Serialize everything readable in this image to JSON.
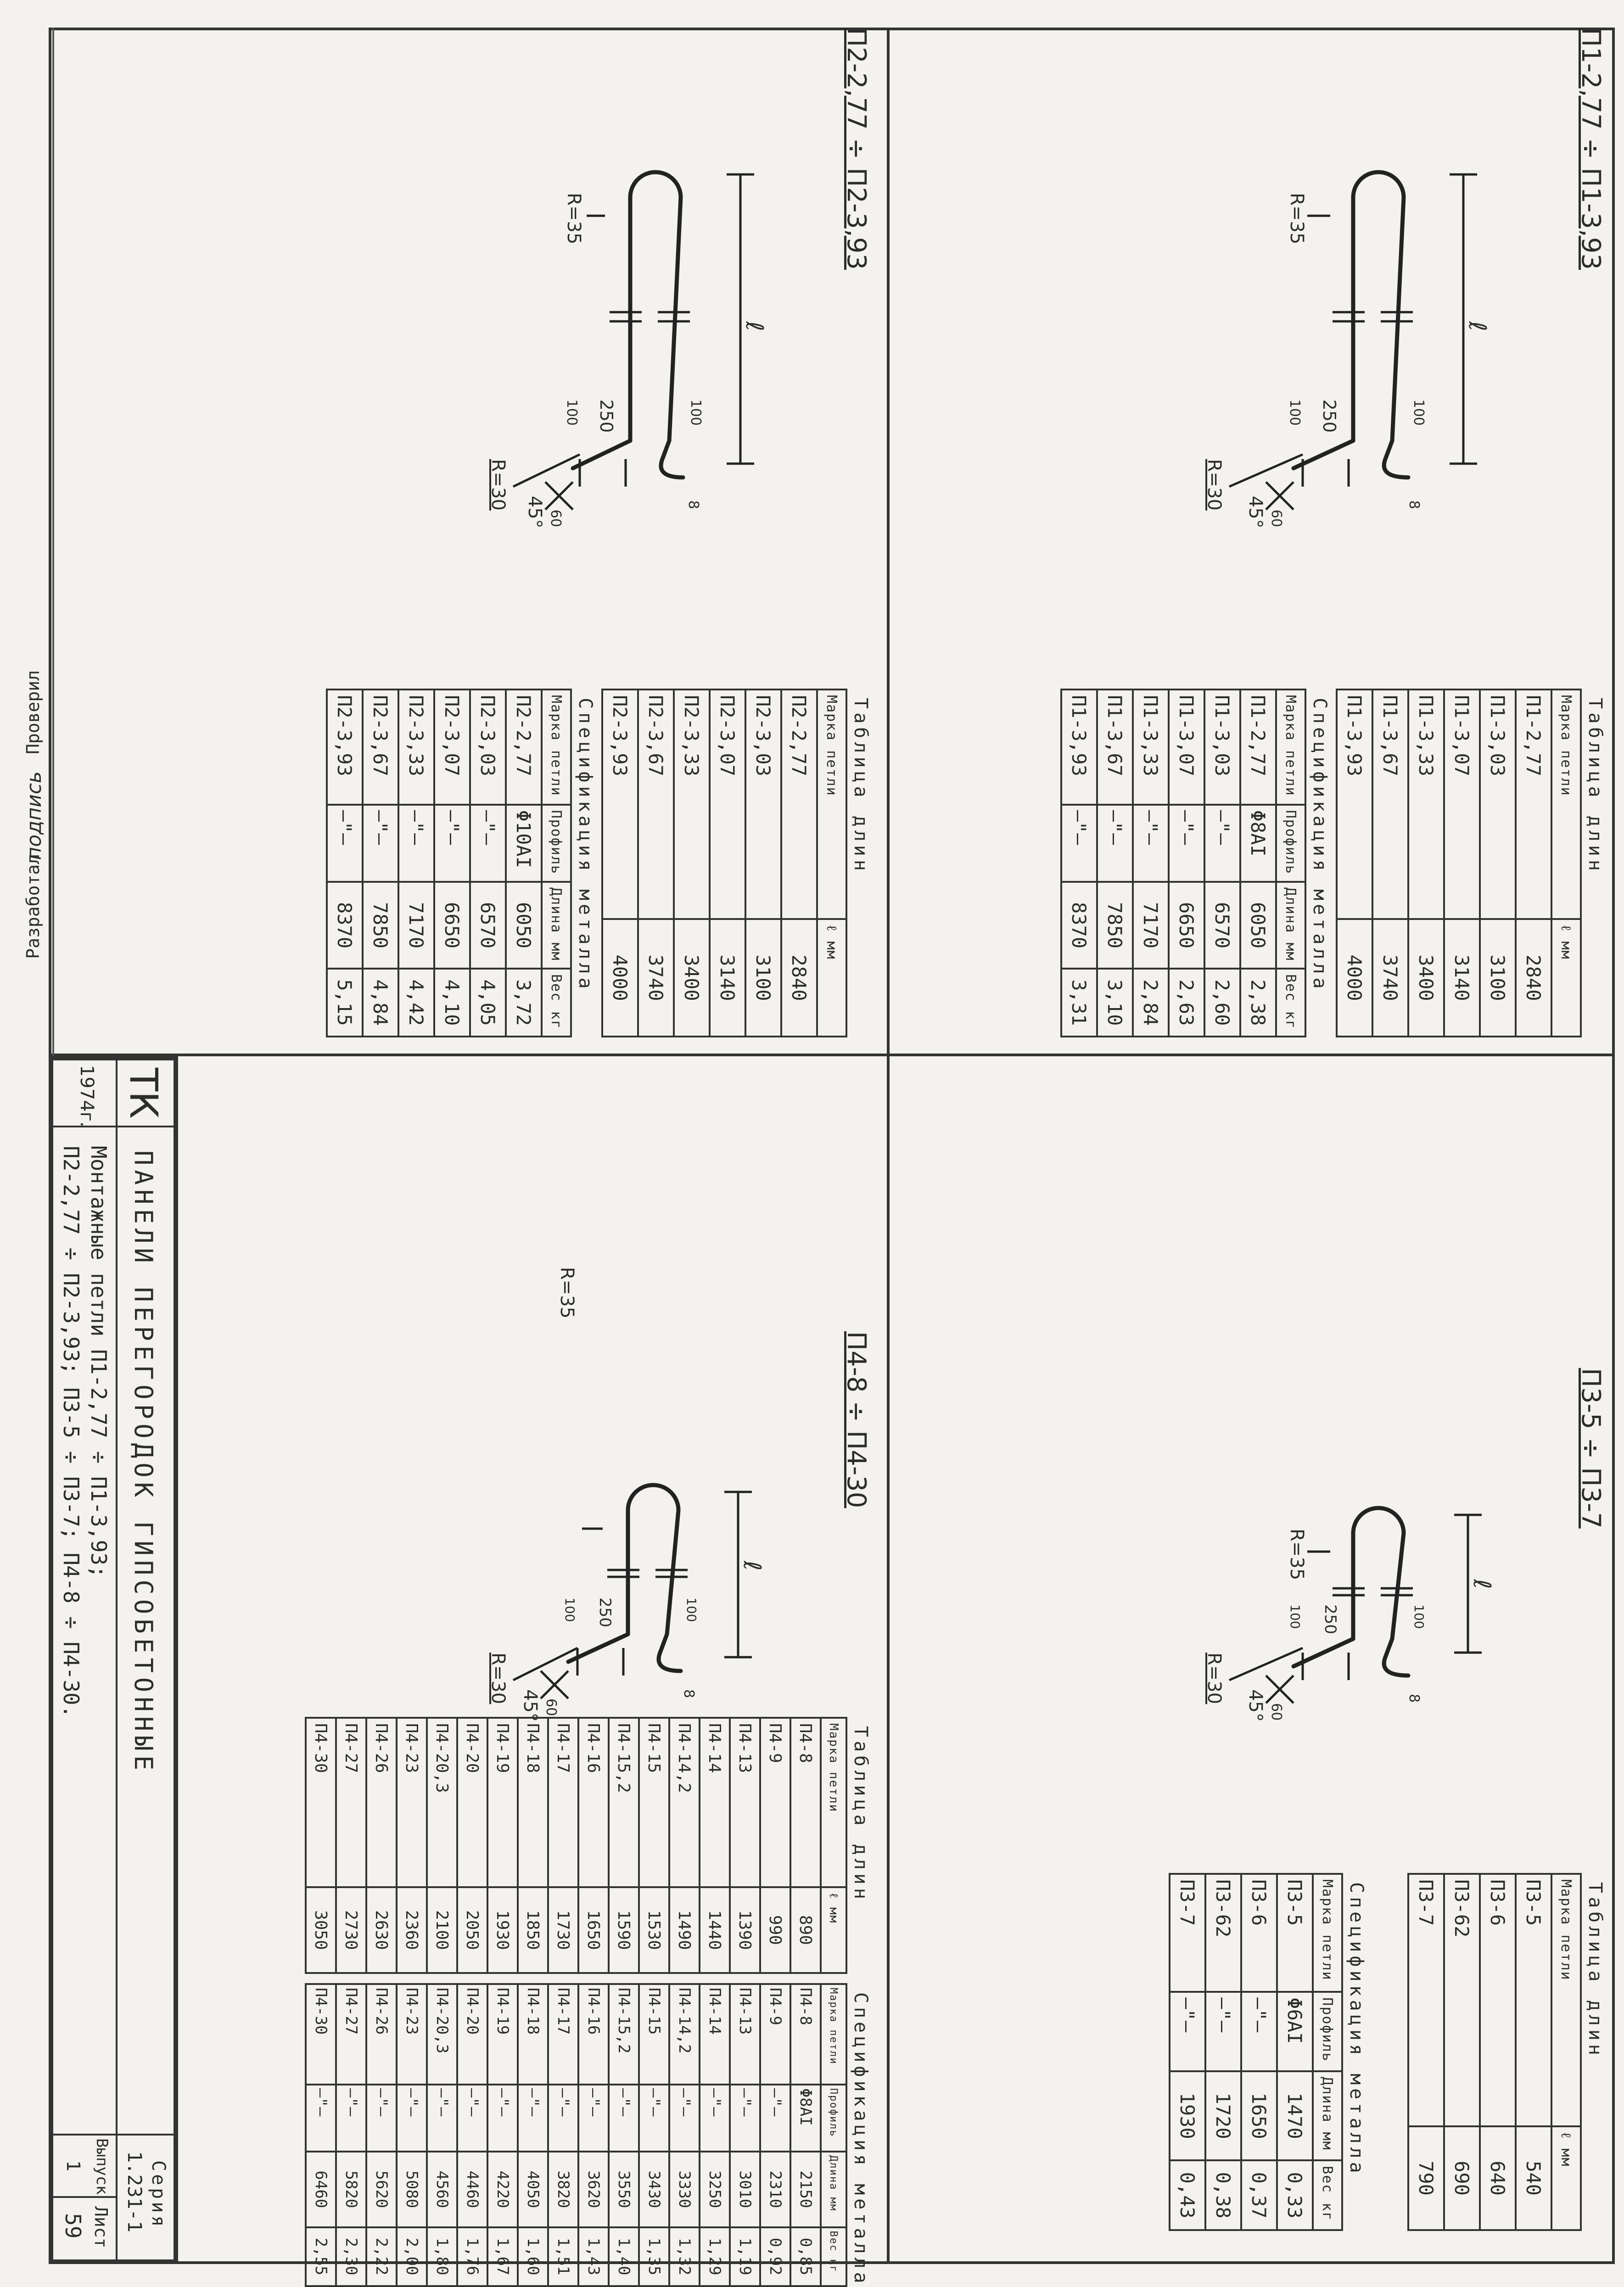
{
  "sheet": {
    "orientation": "rotated 90 degrees clockwise",
    "colors": {
      "ink": "#2c2c2c",
      "paper": "#f4f2ee",
      "line": "#333333"
    }
  },
  "title_block": {
    "org": "ТК",
    "title": "Панели перегородок гипсобетонные",
    "year": "1974г.",
    "description_line1": "Монтажные петли  П1-2,77 ÷ П1-3,93;",
    "description_line2": "П2-2,77 ÷ П2-3,93; П3-5 ÷ П3-7; П4-8 ÷ П4-30.",
    "series_label": "Серия",
    "series_value": "1.231-1",
    "issue_label": "Выпуск",
    "issue_value": "1",
    "sheet_label": "Лист",
    "sheet_value": "59"
  },
  "stamp_strip": {
    "developed_label": "Разработал",
    "checked_label": "Проверил",
    "signature": "подпись"
  },
  "loops": {
    "p1": {
      "title": "П1-2,77 ÷ П1-3,93",
      "labels": {
        "r35": "R=35",
        "r30": "R=30",
        "angle": "45°",
        "length": "ℓ",
        "d250": "250",
        "d100a": "100",
        "d100b": "100",
        "d60": "60",
        "d8": "8"
      },
      "length_table": {
        "caption": "Таблица длин",
        "col_mark": "Марка петли",
        "col_len": "ℓ мм",
        "rows": [
          {
            "mark": "П1-2,77",
            "len": "2840"
          },
          {
            "mark": "П1-3,03",
            "len": "3100"
          },
          {
            "mark": "П1-3,07",
            "len": "3140"
          },
          {
            "mark": "П1-3,33",
            "len": "3400"
          },
          {
            "mark": "П1-3,67",
            "len": "3740"
          },
          {
            "mark": "П1-3,93",
            "len": "4000"
          }
        ]
      },
      "spec_table": {
        "caption": "Спецификация металла",
        "col_mark": "Марка петли",
        "col_profile": "Профиль",
        "col_len": "Длина мм",
        "col_weight": "Вес кг",
        "rows": [
          {
            "mark": "П1-2,77",
            "profile": "Φ8AI",
            "len": "6050",
            "weight": "2,38"
          },
          {
            "mark": "П1-3,03",
            "profile": "—\"—",
            "len": "6570",
            "weight": "2,60"
          },
          {
            "mark": "П1-3,07",
            "profile": "—\"—",
            "len": "6650",
            "weight": "2,63"
          },
          {
            "mark": "П1-3,33",
            "profile": "—\"—",
            "len": "7170",
            "weight": "2,84"
          },
          {
            "mark": "П1-3,67",
            "profile": "—\"—",
            "len": "7850",
            "weight": "3,10"
          },
          {
            "mark": "П1-3,93",
            "profile": "—\"—",
            "len": "8370",
            "weight": "3,31"
          }
        ]
      }
    },
    "p2": {
      "title": "П2-2,77 ÷ П2-3,93",
      "labels": {
        "r35": "R=35",
        "r30": "R=30",
        "angle": "45°",
        "length": "ℓ",
        "d250": "250",
        "d100a": "100",
        "d100b": "100",
        "d60": "60",
        "d8": "8"
      },
      "length_table": {
        "caption": "Таблица длин",
        "col_mark": "Марка петли",
        "col_len": "ℓ мм",
        "rows": [
          {
            "mark": "П2-2,77",
            "len": "2840"
          },
          {
            "mark": "П2-3,03",
            "len": "3100"
          },
          {
            "mark": "П2-3,07",
            "len": "3140"
          },
          {
            "mark": "П2-3,33",
            "len": "3400"
          },
          {
            "mark": "П2-3,67",
            "len": "3740"
          },
          {
            "mark": "П2-3,93",
            "len": "4000"
          }
        ]
      },
      "spec_table": {
        "caption": "Спецификация металла",
        "col_mark": "Марка петли",
        "col_profile": "Профиль",
        "col_len": "Длина мм",
        "col_weight": "Вес кг",
        "rows": [
          {
            "mark": "П2-2,77",
            "profile": "Φ10AI",
            "len": "6050",
            "weight": "3,72"
          },
          {
            "mark": "П2-3,03",
            "profile": "—\"—",
            "len": "6570",
            "weight": "4,05"
          },
          {
            "mark": "П2-3,07",
            "profile": "—\"—",
            "len": "6650",
            "weight": "4,10"
          },
          {
            "mark": "П2-3,33",
            "profile": "—\"—",
            "len": "7170",
            "weight": "4,42"
          },
          {
            "mark": "П2-3,67",
            "profile": "—\"—",
            "len": "7850",
            "weight": "4,84"
          },
          {
            "mark": "П2-3,93",
            "profile": "—\"—",
            "len": "8370",
            "weight": "5,15"
          }
        ]
      }
    },
    "p3": {
      "title": "П3-5 ÷ П3-7",
      "labels": {
        "r35": "R=35",
        "r30": "R=30",
        "angle": "45°",
        "length": "ℓ",
        "d250": "250",
        "d100a": "100",
        "d100b": "100",
        "d60": "60",
        "d8": "8"
      },
      "length_table": {
        "caption": "Таблица длин",
        "col_mark": "Марка петли",
        "col_len": "ℓ мм",
        "rows": [
          {
            "mark": "П3-5",
            "len": "540"
          },
          {
            "mark": "П3-6",
            "len": "640"
          },
          {
            "mark": "П3-62",
            "len": "690"
          },
          {
            "mark": "П3-7",
            "len": "790"
          }
        ]
      },
      "spec_table": {
        "caption": "Спецификация металла",
        "col_mark": "Марка петли",
        "col_profile": "Профиль",
        "col_len": "Длина мм",
        "col_weight": "Вес кг",
        "rows": [
          {
            "mark": "П3-5",
            "profile": "Φ6AI",
            "len": "1470",
            "weight": "0,33"
          },
          {
            "mark": "П3-6",
            "profile": "—\"—",
            "len": "1650",
            "weight": "0,37"
          },
          {
            "mark": "П3-62",
            "profile": "—\"—",
            "len": "1720",
            "weight": "0,38"
          },
          {
            "mark": "П3-7",
            "profile": "—\"—",
            "len": "1930",
            "weight": "0,43"
          }
        ]
      }
    },
    "p4": {
      "title": "П4-8 ÷ П4-30",
      "labels": {
        "r35": "R=35",
        "r30": "R=30",
        "angle": "45°",
        "length": "ℓ",
        "d250": "250",
        "d100a": "100",
        "d100b": "100",
        "d60": "60",
        "d8": "8"
      },
      "length_table": {
        "caption": "Таблица длин",
        "col_mark": "Марка петли",
        "col_len": "ℓ мм",
        "rows": [
          {
            "mark": "П4-8",
            "len": "890"
          },
          {
            "mark": "П4-9",
            "len": "990"
          },
          {
            "mark": "П4-13",
            "len": "1390"
          },
          {
            "mark": "П4-14",
            "len": "1440"
          },
          {
            "mark": "П4-14,2",
            "len": "1490"
          },
          {
            "mark": "П4-15",
            "len": "1530"
          },
          {
            "mark": "П4-15,2",
            "len": "1590"
          },
          {
            "mark": "П4-16",
            "len": "1650"
          },
          {
            "mark": "П4-17",
            "len": "1730"
          },
          {
            "mark": "П4-18",
            "len": "1850"
          },
          {
            "mark": "П4-19",
            "len": "1930"
          },
          {
            "mark": "П4-20",
            "len": "2050"
          },
          {
            "mark": "П4-20,3",
            "len": "2100"
          },
          {
            "mark": "П4-23",
            "len": "2360"
          },
          {
            "mark": "П4-26",
            "len": "2630"
          },
          {
            "mark": "П4-27",
            "len": "2730"
          },
          {
            "mark": "П4-30",
            "len": "3050"
          }
        ]
      },
      "spec_table": {
        "caption": "Спецификация металла",
        "col_mark": "Марка петли",
        "col_profile": "Профиль",
        "col_len": "Длина мм",
        "col_weight": "Вес кг",
        "rows": [
          {
            "mark": "П4-8",
            "profile": "Φ8AI",
            "len": "2150",
            "weight": "0,85"
          },
          {
            "mark": "П4-9",
            "profile": "—\"—",
            "len": "2310",
            "weight": "0,92"
          },
          {
            "mark": "П4-13",
            "profile": "—\"—",
            "len": "3010",
            "weight": "1,19"
          },
          {
            "mark": "П4-14",
            "profile": "—\"—",
            "len": "3250",
            "weight": "1,29"
          },
          {
            "mark": "П4-14,2",
            "profile": "—\"—",
            "len": "3330",
            "weight": "1,32"
          },
          {
            "mark": "П4-15",
            "profile": "—\"—",
            "len": "3430",
            "weight": "1,35"
          },
          {
            "mark": "П4-15,2",
            "profile": "—\"—",
            "len": "3550",
            "weight": "1,40"
          },
          {
            "mark": "П4-16",
            "profile": "—\"—",
            "len": "3620",
            "weight": "1,43"
          },
          {
            "mark": "П4-17",
            "profile": "—\"—",
            "len": "3820",
            "weight": "1,51"
          },
          {
            "mark": "П4-18",
            "profile": "—\"—",
            "len": "4050",
            "weight": "1,60"
          },
          {
            "mark": "П4-19",
            "profile": "—\"—",
            "len": "4220",
            "weight": "1,67"
          },
          {
            "mark": "П4-20",
            "profile": "—\"—",
            "len": "4460",
            "weight": "1,76"
          },
          {
            "mark": "П4-20,3",
            "profile": "—\"—",
            "len": "4560",
            "weight": "1,80"
          },
          {
            "mark": "П4-23",
            "profile": "—\"—",
            "len": "5080",
            "weight": "2,00"
          },
          {
            "mark": "П4-26",
            "profile": "—\"—",
            "len": "5620",
            "weight": "2,22"
          },
          {
            "mark": "П4-27",
            "profile": "—\"—",
            "len": "5820",
            "weight": "2,30"
          },
          {
            "mark": "П4-30",
            "profile": "—\"—",
            "len": "6460",
            "weight": "2,55"
          }
        ]
      }
    }
  }
}
